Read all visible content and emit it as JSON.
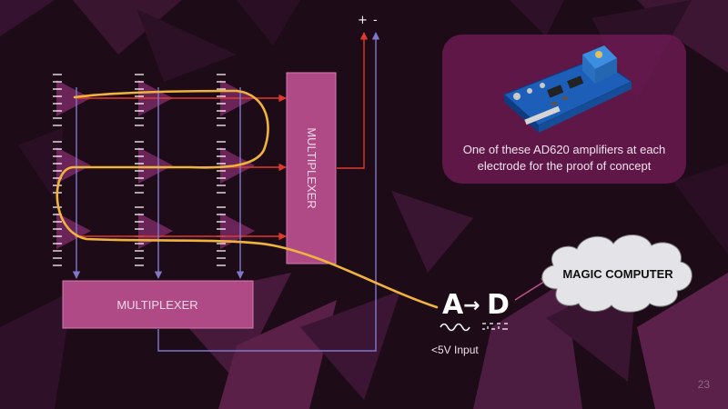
{
  "slide": {
    "mux_vertical": "MULTIPLEXER",
    "mux_horizontal": "MULTIPLEXER",
    "plus": "+",
    "minus": "-",
    "adc": {
      "left": "A",
      "arrow": "→",
      "right": "D",
      "input_label": "<5V Input"
    },
    "cloud_label": "MAGIC COMPUTER",
    "amp_caption_line1": "One of these AD620 amplifiers at each",
    "amp_caption_line2": "electrode for the proof of concept",
    "page_number": "23"
  },
  "colors": {
    "background": "#1d0b18",
    "multiplexer": "#b04a86",
    "signal_path": "#f0b43c",
    "red_wire": "#e03a2c",
    "blue_wire": "#7f78c8",
    "card": "#781c5c"
  },
  "icons": {
    "sine_wave": "analog-wave-icon",
    "digital_wave": "digital-wave-icon",
    "cloud": "cloud-icon",
    "board": "amplifier-board-image"
  }
}
